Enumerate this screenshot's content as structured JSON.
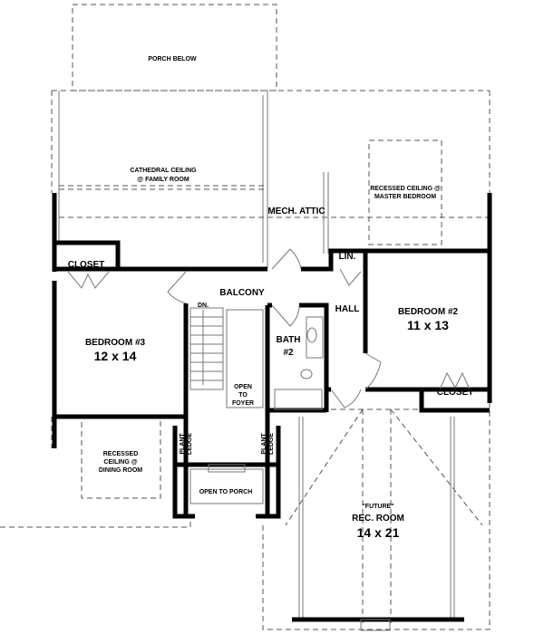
{
  "plan": {
    "porch_below": "PORCH BELOW",
    "cathedral": [
      "CATHEDRAL CEILING",
      "@ FAMILY ROOM"
    ],
    "mech_attic": "MECH. ATTIC",
    "recessed_master": [
      "RECESSED CEILING @",
      "MASTER BEDROOM"
    ],
    "closet_left": "CLOSET",
    "lin": "LIN.",
    "balcony": "BALCONY",
    "hall": "HALL",
    "dn": "DN.",
    "bedroom3": {
      "name": "BEDROOM #3",
      "size": "12 x 14"
    },
    "bedroom2": {
      "name": "BEDROOM #2",
      "size": "11 x 13"
    },
    "bath": [
      "BATH",
      "#2"
    ],
    "open_foyer": [
      "OPEN",
      "TO",
      "FOYER"
    ],
    "closet_right": "CLOSET",
    "plant_ledge": [
      "PLANT",
      "LEDGE"
    ],
    "recessed_dining": [
      "RECESSED",
      "CEILING @",
      "DINING ROOM"
    ],
    "open_porch": "OPEN TO PORCH",
    "rec_room": {
      "future": "\"FUTURE\"",
      "name": "REC. ROOM",
      "size": "14 x 21"
    }
  }
}
